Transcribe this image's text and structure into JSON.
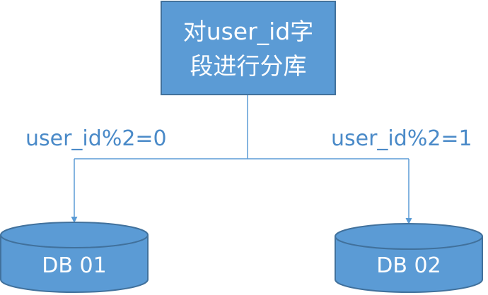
{
  "nodes": {
    "source": {
      "lines": [
        "对user_id字",
        "段进行分库"
      ]
    },
    "db_left": {
      "label": "DB 01"
    },
    "db_right": {
      "label": "DB 02"
    }
  },
  "edges": {
    "left": {
      "label": "user_id%2=0"
    },
    "right": {
      "label": "user_id%2=1"
    }
  },
  "colors": {
    "fill": "#5b9bd5",
    "stroke": "#41719c",
    "line": "#5b9bd5",
    "label_text": "#4a8ac8",
    "node_text": "#ffffff"
  }
}
